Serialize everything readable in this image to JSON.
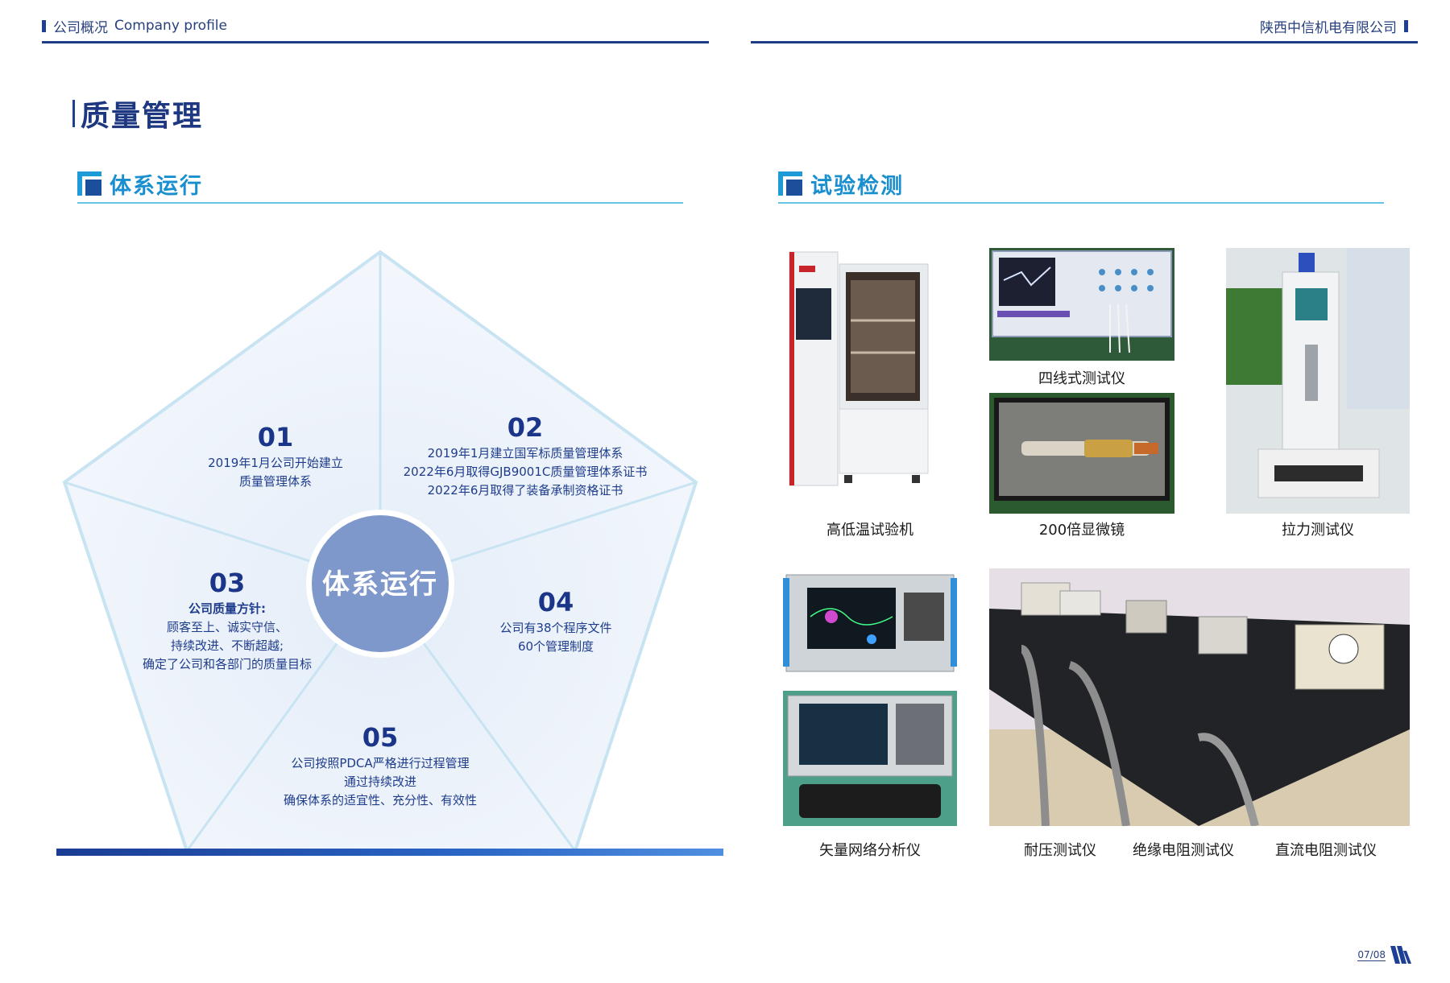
{
  "header": {
    "left_cn": "公司概况",
    "left_en": "Company profile",
    "right": "陕西中信机电有限公司"
  },
  "title": "质量管理",
  "sections": {
    "left": "体系运行",
    "right": "试验检测"
  },
  "pentagon": {
    "center": "体系运行",
    "items": [
      {
        "num": "01",
        "lines": [
          "2019年1月公司开始建立",
          "质量管理体系"
        ]
      },
      {
        "num": "02",
        "lines": [
          "2019年1月建立国军标质量管理体系",
          "2022年6月取得GJB9001C质量管理体系证书",
          "2022年6月取得了装备承制资格证书"
        ]
      },
      {
        "num": "03",
        "lines": [
          "公司质量方针:",
          "顾客至上、诚实守信、",
          "持续改进、不断超越;",
          "确定了公司和各部门的质量目标"
        ]
      },
      {
        "num": "04",
        "lines": [
          "公司有38个程序文件",
          "60个管理制度"
        ]
      },
      {
        "num": "05",
        "lines": [
          "公司按照PDCA严格进行过程管理",
          "通过持续改进",
          "确保体系的适宜性、充分性、有效性"
        ]
      }
    ]
  },
  "equipment": {
    "chamber": "高低温试验机",
    "fourwire": "四线式测试仪",
    "microscope": "200倍显微镜",
    "tensile": "拉力测试仪",
    "vna": "矢量网络分析仪",
    "withstand": "耐压测试仪",
    "insulation": "绝缘电阻测试仪",
    "dcres": "直流电阻测试仪"
  },
  "page": "07/08",
  "colors": {
    "navy": "#1d3780",
    "accent_blue": "#1a8fd0",
    "center_circle": "#7f98cc"
  }
}
